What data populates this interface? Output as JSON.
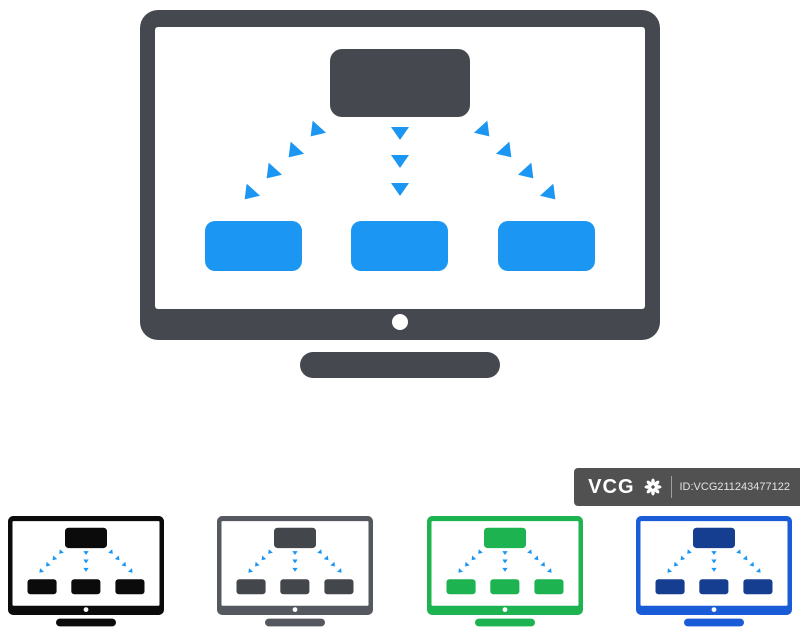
{
  "page": {
    "background": "#ffffff"
  },
  "watermark": {
    "brand": "VCG",
    "id_text": "ID:VCG211243477122",
    "bg_color": "rgba(32,32,32,0.78)"
  },
  "main_icon": {
    "name": "hierarchy-monitor",
    "frame": "#45484E",
    "root": "#45484E",
    "leaf": "#1B96F3",
    "arrow": "#1B96F3"
  },
  "variants": [
    {
      "name": "black",
      "frame": "#0B0B0B",
      "root": "#0B0B0B",
      "leaf": "#0B0B0B",
      "arrow": "#1B96F3"
    },
    {
      "name": "gray",
      "frame": "#55585E",
      "root": "#43464B",
      "leaf": "#43464B",
      "arrow": "#1B96F3"
    },
    {
      "name": "green",
      "frame": "#1CB350",
      "root": "#1CB350",
      "leaf": "#1CB350",
      "arrow": "#1B96F3"
    },
    {
      "name": "blue",
      "frame": "#1A5CD7",
      "root": "#163E90",
      "leaf": "#163E90",
      "arrow": "#1B96F3"
    }
  ]
}
